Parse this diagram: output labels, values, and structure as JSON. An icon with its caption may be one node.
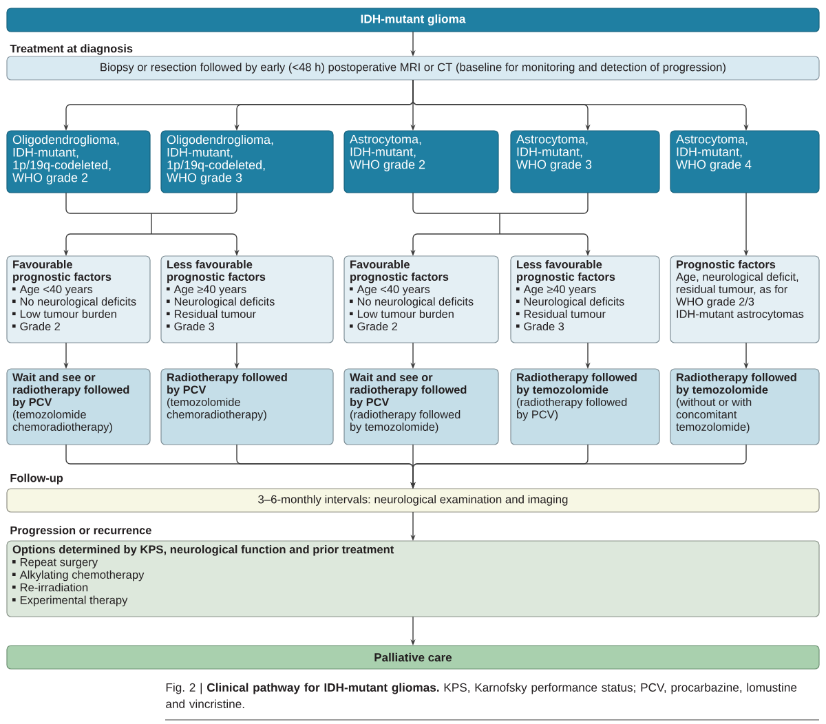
{
  "diagram": {
    "nodes": [
      {
        "text": [
          "IDH-mutant glioma"
        ]
      },
      {
        "text": [
          "Biopsy or resection followed by early (<48 h) postoperative MRI or CT (baseline for monitoring and detection of progression)"
        ]
      },
      {
        "text": [
          "Oligodendroglioma, IDH-mutant, 1p/19q-codeleted, WHO grade 2"
        ]
      },
      {
        "text": [
          "Oligodendroglioma, IDH-mutant, 1p/19q-codeleted, WHO grade 3"
        ]
      },
      {
        "text": [
          "Astrocytoma, IDH-mutant, WHO grade 2"
        ]
      },
      {
        "text": [
          "Astrocytoma, IDH-mutant, WHO grade 3"
        ]
      },
      {
        "text": [
          "Astrocytoma, IDH-mutant, WHO grade 4"
        ]
      },
      {
        "text": [
          "Favourable prognostic factors",
          "Age <40 years",
          "No neurological deficits",
          "Low tumour burden",
          "Grade 2"
        ]
      },
      {
        "text": [
          "Less favourable prognostic factors",
          "Age ≥40 years",
          "Neurological deficits",
          "Residual tumour",
          "Grade 3"
        ]
      },
      {
        "text": [
          "Favourable prognostic factors",
          "Age <40 years",
          "No neurological deficits",
          "Low tumour burden",
          "Grade 2"
        ]
      },
      {
        "text": [
          "Less favourable prognostic factors",
          "Age ≥40 years",
          "Neurological deficits",
          "Residual tumour",
          "Grade 3"
        ]
      },
      {
        "text": [
          "Prognostic factors",
          "Age, neurological deficit, residual tumour, as for WHO grade 2/3 IDH-mutant astrocytomas"
        ]
      },
      {
        "text": [
          "Wait and see or radiotherapy followed by PCV",
          "(temozolomide chemoradiotherapy)"
        ]
      },
      {
        "text": [
          "Radiotherapy followed by PCV",
          "(temozolomide chemoradiotherapy)"
        ]
      },
      {
        "text": [
          "Wait and see or radiotherapy followed by PCV",
          "(radiotherapy followed by temozolomide)"
        ]
      },
      {
        "text": [
          "Radiotherapy followed by temozolomide",
          "(radiotherapy followed by PCV)"
        ]
      },
      {
        "text": [
          "Radiotherapy followed by temozolomide",
          "(without or with concomitant temozolomide)"
        ]
      },
      {
        "text": [
          "3–6-monthly intervals: neurological examination and imaging"
        ]
      },
      {
        "text": [
          "Options determined by KPS, neurological function and prior treatment",
          "Repeat surgery",
          "Alkylating chemotherapy",
          "Re-irradiation",
          "Experimental therapy"
        ]
      },
      {
        "text": [
          "Palliative care"
        ]
      }
    ],
    "edges": [
      {
        "from": 0,
        "to": 1,
        "arrow": "to"
      },
      {
        "from": 1,
        "to": 2,
        "arrow": "to"
      },
      {
        "from": 1,
        "to": 3,
        "arrow": "to"
      },
      {
        "from": 1,
        "to": 4,
        "arrow": "to"
      },
      {
        "from": 1,
        "to": 5,
        "arrow": "to"
      },
      {
        "from": 1,
        "to": 6,
        "arrow": "to"
      },
      {
        "from": 2,
        "to": 7,
        "arrow": "to"
      },
      {
        "from": 2,
        "to": 8,
        "arrow": "to"
      },
      {
        "from": 3,
        "to": 7,
        "arrow": "to"
      },
      {
        "from": 3,
        "to": 8,
        "arrow": "to"
      },
      {
        "from": 4,
        "to": 9,
        "arrow": "to"
      },
      {
        "from": 4,
        "to": 10,
        "arrow": "to"
      },
      {
        "from": 5,
        "to": 9,
        "arrow": "to"
      },
      {
        "from": 5,
        "to": 10,
        "arrow": "to"
      },
      {
        "from": 6,
        "to": 11,
        "arrow": "to"
      },
      {
        "from": 7,
        "to": 12,
        "arrow": "to"
      },
      {
        "from": 8,
        "to": 13,
        "arrow": "to"
      },
      {
        "from": 9,
        "to": 14,
        "arrow": "to"
      },
      {
        "from": 10,
        "to": 15,
        "arrow": "to"
      },
      {
        "from": 11,
        "to": 16,
        "arrow": "to"
      },
      {
        "from": 12,
        "to": 17,
        "arrow": "to"
      },
      {
        "from": 13,
        "to": 17,
        "arrow": "to"
      },
      {
        "from": 14,
        "to": 17,
        "arrow": "to"
      },
      {
        "from": 15,
        "to": 17,
        "arrow": "to"
      },
      {
        "from": 16,
        "to": 17,
        "arrow": "to"
      },
      {
        "from": 17,
        "to": 18,
        "arrow": "to"
      },
      {
        "from": 18,
        "to": 19,
        "arrow": "to"
      }
    ],
    "labels": [
      "Treatment at diagnosis",
      "Follow-up",
      "Progression or recurrence"
    ],
    "caption": "Fig. 2 | **Clinical pathway for IDH-mutant gliomas.** KPS, Karnofsky performance status; PCV, procarbazine, lomustine and vincristine."
  }
}
